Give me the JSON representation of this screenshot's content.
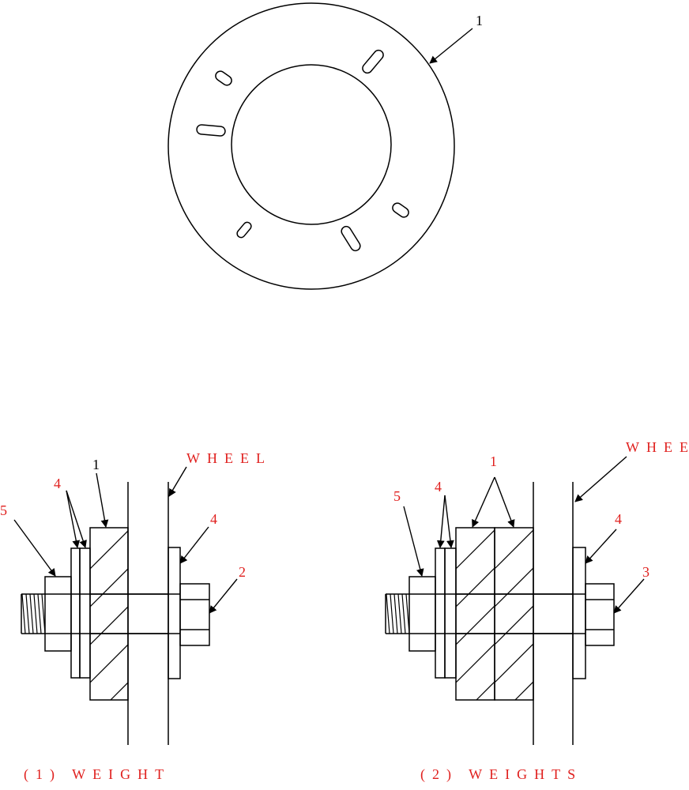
{
  "top_view": {
    "part_callout": "1"
  },
  "assembly_one": {
    "caption": "(1) WEIGHT",
    "wheel_label": "WHEEL",
    "callouts": {
      "weight": "1",
      "washers_left": "4",
      "nut": "5",
      "washer_right": "4",
      "bolt": "2"
    }
  },
  "assembly_two": {
    "caption": "(2) WEIGHTS",
    "wheel_label": "WHEE",
    "callouts": {
      "weights": "1",
      "washers_left": "4",
      "nut": "5",
      "washer_right": "4",
      "bolt": "3"
    }
  },
  "colors": {
    "callout_red": "#e0201e",
    "line": "#000000"
  }
}
